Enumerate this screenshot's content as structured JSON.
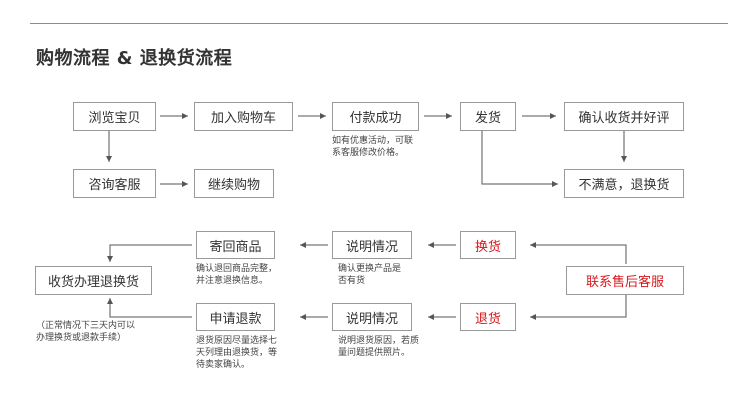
{
  "title": "购物流程 & 退换货流程",
  "shopping": {
    "browse": "浏览宝贝",
    "add_cart": "加入购物车",
    "pay": "付款成功",
    "ship": "发货",
    "confirm": "确认收货并好评",
    "consult": "咨询客服",
    "continue": "继续购物",
    "unsatisfied": "不满意，退换货",
    "pay_note": [
      "如有优惠活动，可联",
      "系客服修改价格。"
    ]
  },
  "returns": {
    "contact": "联系售后客服",
    "exchange": "换货",
    "refund": "退货",
    "explain_exchange": "说明情况",
    "explain_refund": "说明情况",
    "send_back": "寄回商品",
    "apply_refund": "申请退款",
    "receive": "收货办理退换货",
    "send_back_note": [
      "确认退回商品完整，",
      "并注意退换信息。"
    ],
    "exchange_note": [
      "确认更换产品是",
      "否有货"
    ],
    "apply_note": [
      "退货原因尽量选择七",
      "天列理由退换货，等",
      "待卖家确认。"
    ],
    "refund_note": [
      "说明退货原因，若质",
      "量问题提供照片。"
    ],
    "receive_note": [
      "（正常情况下三天内可以",
      "办理换货或退款手续）"
    ]
  },
  "colors": {
    "accent_red": "#d9181c",
    "border": "#999999",
    "line": "#555555",
    "text": "#333333"
  }
}
